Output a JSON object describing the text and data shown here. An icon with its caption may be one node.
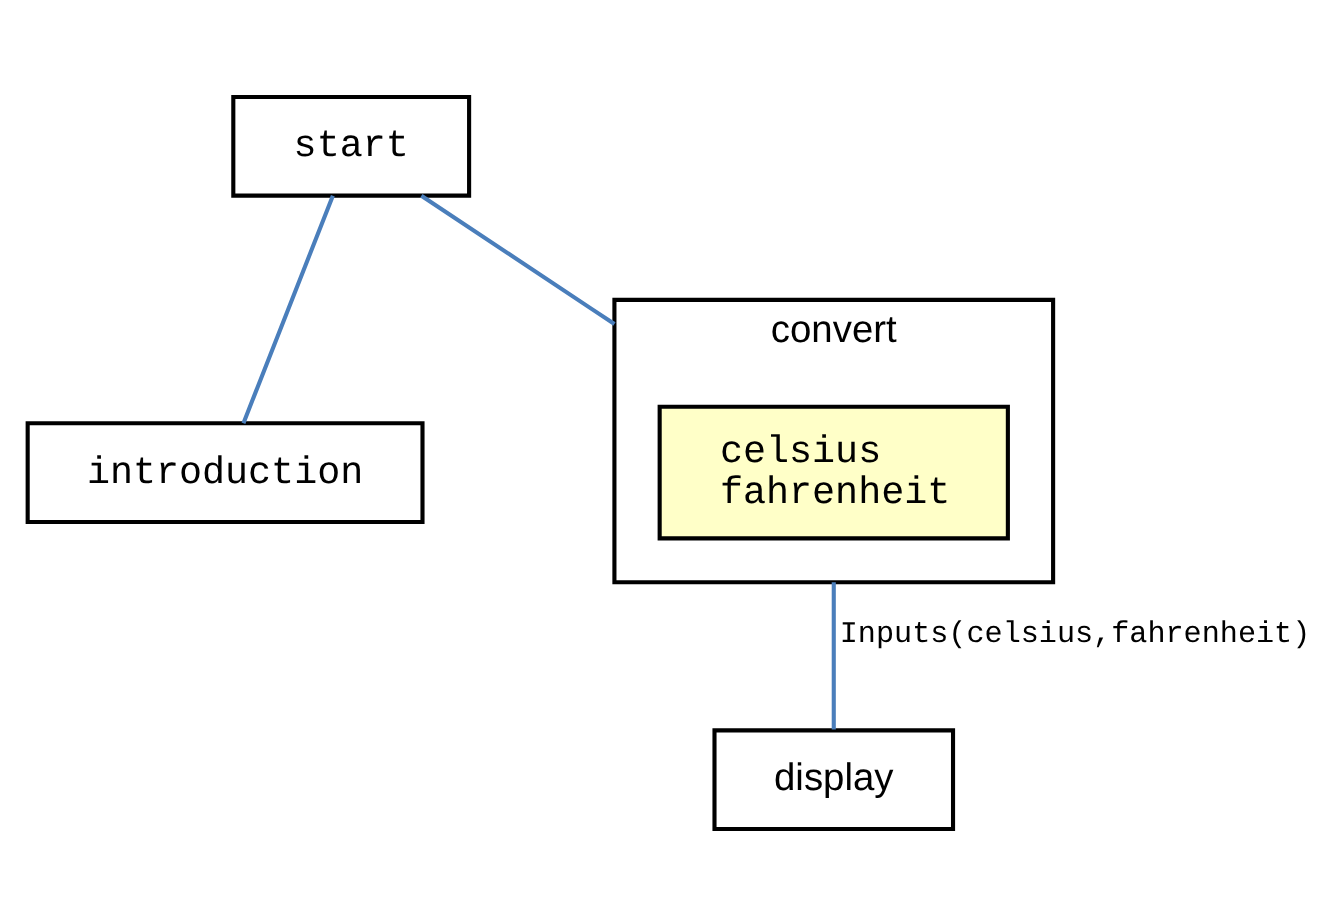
{
  "diagram": {
    "nodes": [
      {
        "text": [
          "start"
        ]
      },
      {
        "text": [
          "introduction"
        ]
      },
      {
        "text": [
          "convert"
        ]
      },
      {
        "text": [
          "celsius fahrenheit"
        ],
        "in": 2
      },
      {
        "text": [
          "display"
        ]
      }
    ],
    "edges": [
      {
        "from": 0,
        "to": 1,
        "arrow": "none"
      },
      {
        "from": 0,
        "to": 2,
        "arrow": "none"
      },
      {
        "from": 2,
        "to": 4,
        "arrow": "none",
        "label": "Inputs(celsius,fahrenheit)"
      }
    ]
  }
}
